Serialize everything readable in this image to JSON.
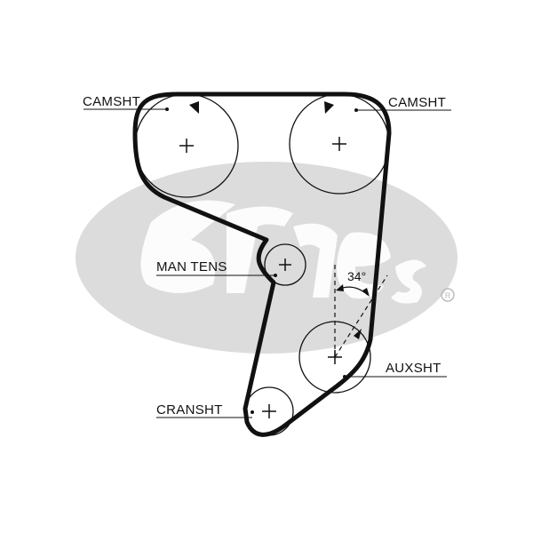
{
  "diagram": {
    "labels": {
      "camshaft_left": "CAMSHT",
      "camshaft_right": "CAMSHT",
      "tensioner": "MAN TENS",
      "auxiliary": "AUXSHT",
      "crankshaft": "CRANSHT"
    },
    "angle_label": "34°",
    "colors": {
      "belt": "#111111",
      "ink": "#111111",
      "logo": "#d9d9d9"
    }
  }
}
